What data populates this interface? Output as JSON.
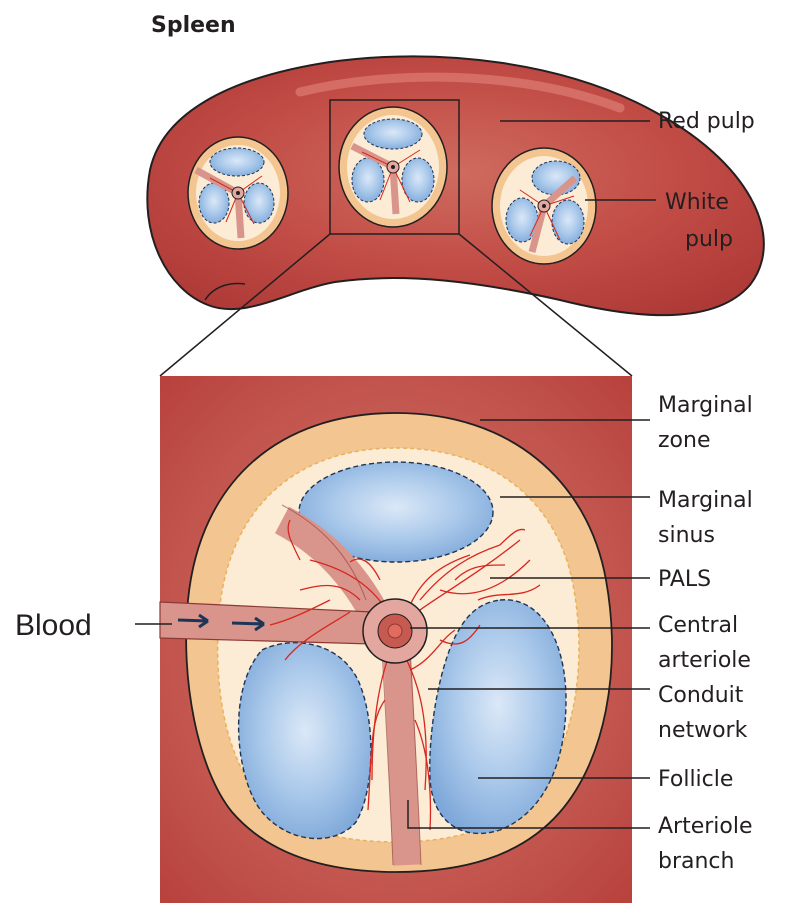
{
  "title": "Spleen",
  "labels": {
    "red_pulp": "Red pulp",
    "white_pulp": [
      "White",
      "pulp"
    ],
    "marginal_zone": [
      "Marginal",
      "zone"
    ],
    "marginal_sinus": [
      "Marginal",
      "sinus"
    ],
    "pals": "PALS",
    "central_arteriole": [
      "Central",
      "arteriole"
    ],
    "conduit_network": [
      "Conduit",
      "network"
    ],
    "follicle": "Follicle",
    "arteriole_branch": [
      "Arteriole",
      "branch"
    ],
    "blood": "Blood"
  },
  "colors": {
    "red_pulp": "#b8403c",
    "marginal_zone": "#f3c590",
    "pals": "#fcebd5",
    "follicle": "#9cc0e6",
    "arteriole": "#d9958c",
    "conduit": "#d6281f",
    "outline": "#231f20"
  }
}
